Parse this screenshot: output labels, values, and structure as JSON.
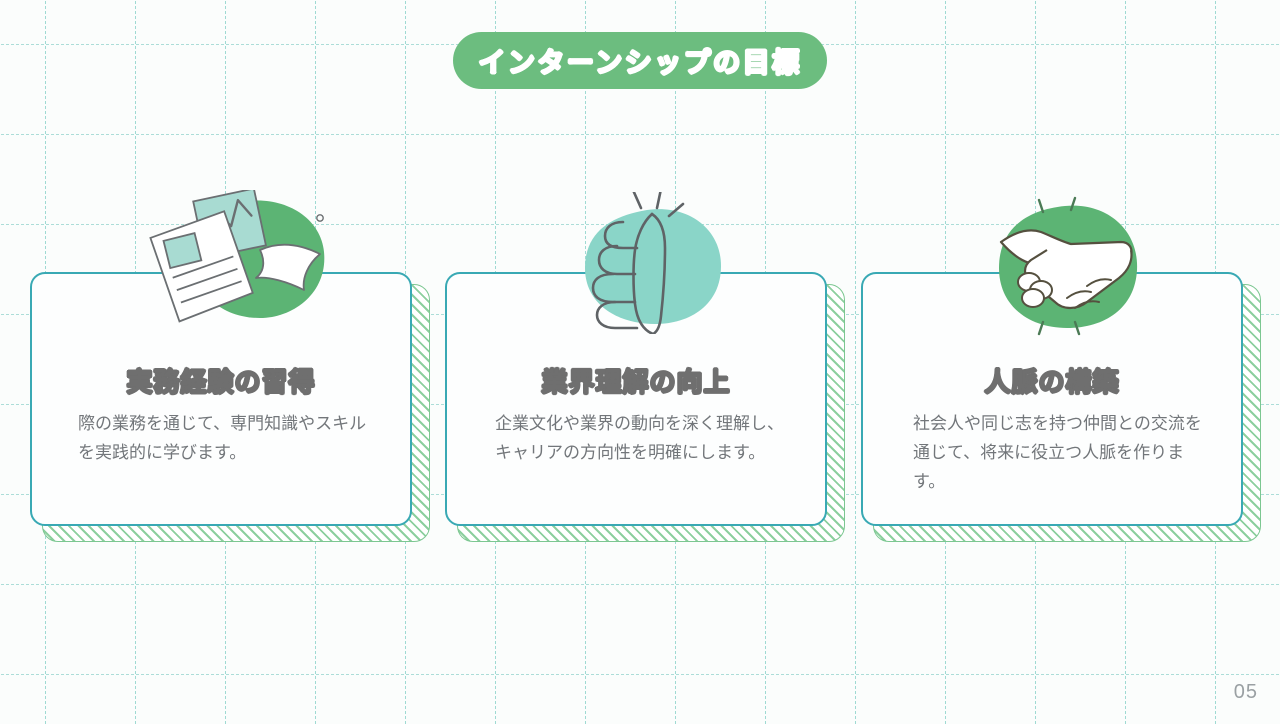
{
  "slide": {
    "title": "インターンシップの目標",
    "page_number": "05",
    "background_color": "#fbfdfc",
    "accent_green": "#6cbd7f",
    "accent_teal": "#39a9b4",
    "grid_color": "#8fd4cd",
    "heading_color": "#6f6f6f",
    "body_color": "#72767a"
  },
  "cards": [
    {
      "icon": "documents-chart-icon",
      "icon_circle_color": "#5cb474",
      "title": "実務経験の習得",
      "body": "際の業務を通じて、専門知識やスキルを実践的に学びます。"
    },
    {
      "icon": "thumbs-up-icon",
      "icon_circle_color": "#8ad5c8",
      "title": "業界理解の向上",
      "body": "企業文化や業界の動向を深く理解し、キャリアの方向性を明確にします。"
    },
    {
      "icon": "handshake-icon",
      "icon_circle_color": "#5cb474",
      "title": "人脈の構築",
      "body": "社会人や同じ志を持つ仲間との交流を通じて、将来に役立つ人脈を作ります。"
    }
  ]
}
